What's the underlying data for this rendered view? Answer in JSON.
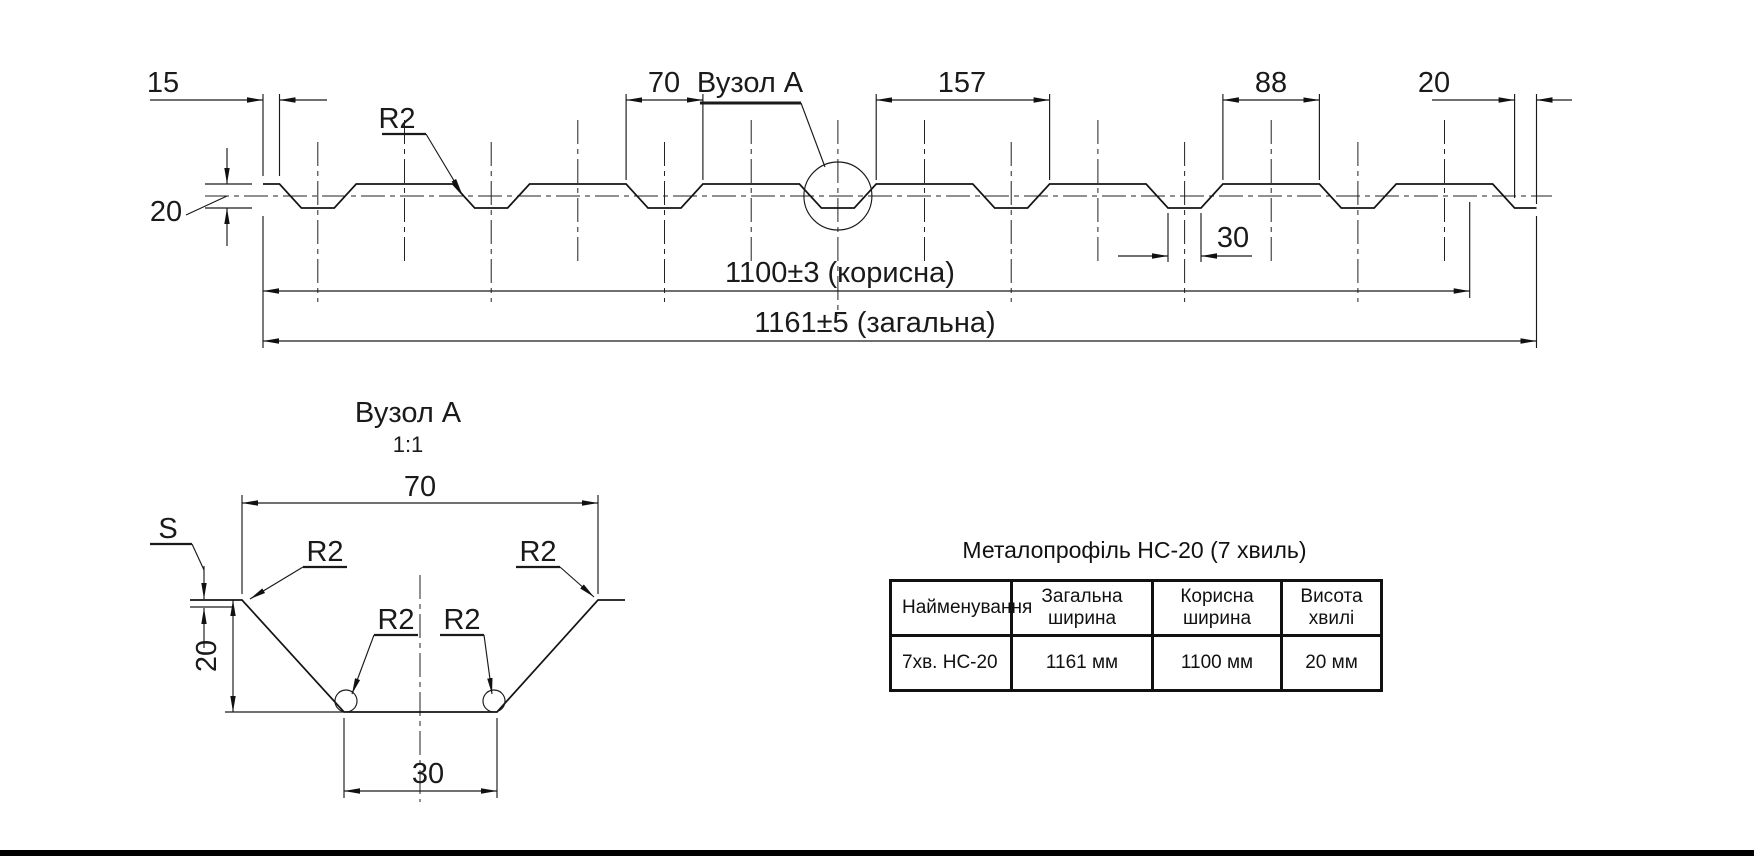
{
  "drawing": {
    "labels": {
      "dim_15": "15",
      "dim_20_height": "20",
      "radius": "R2",
      "dim_70": "70",
      "node_a": "Вузол А",
      "dim_157": "157",
      "dim_88": "88",
      "dim_20_edge": "20",
      "dim_30": "30",
      "useful_width": "1100±3 (корисна)",
      "total_width": "1161±5 (загальна)"
    },
    "detail": {
      "title": "Вузол А",
      "scale": "1:1",
      "dim_70": "70",
      "thickness": "S",
      "dim_20": "20",
      "dim_30": "30",
      "radius": "R2"
    }
  },
  "table": {
    "title": "Металопрофіль НС-20 (7 хвиль)",
    "headers": [
      "Найменування",
      "Загальна ширина",
      "Корисна ширина",
      "Висота хвилі"
    ],
    "rows": [
      [
        "7хв. НС-20",
        "1161 мм",
        "1100 мм",
        "20 мм"
      ]
    ]
  }
}
